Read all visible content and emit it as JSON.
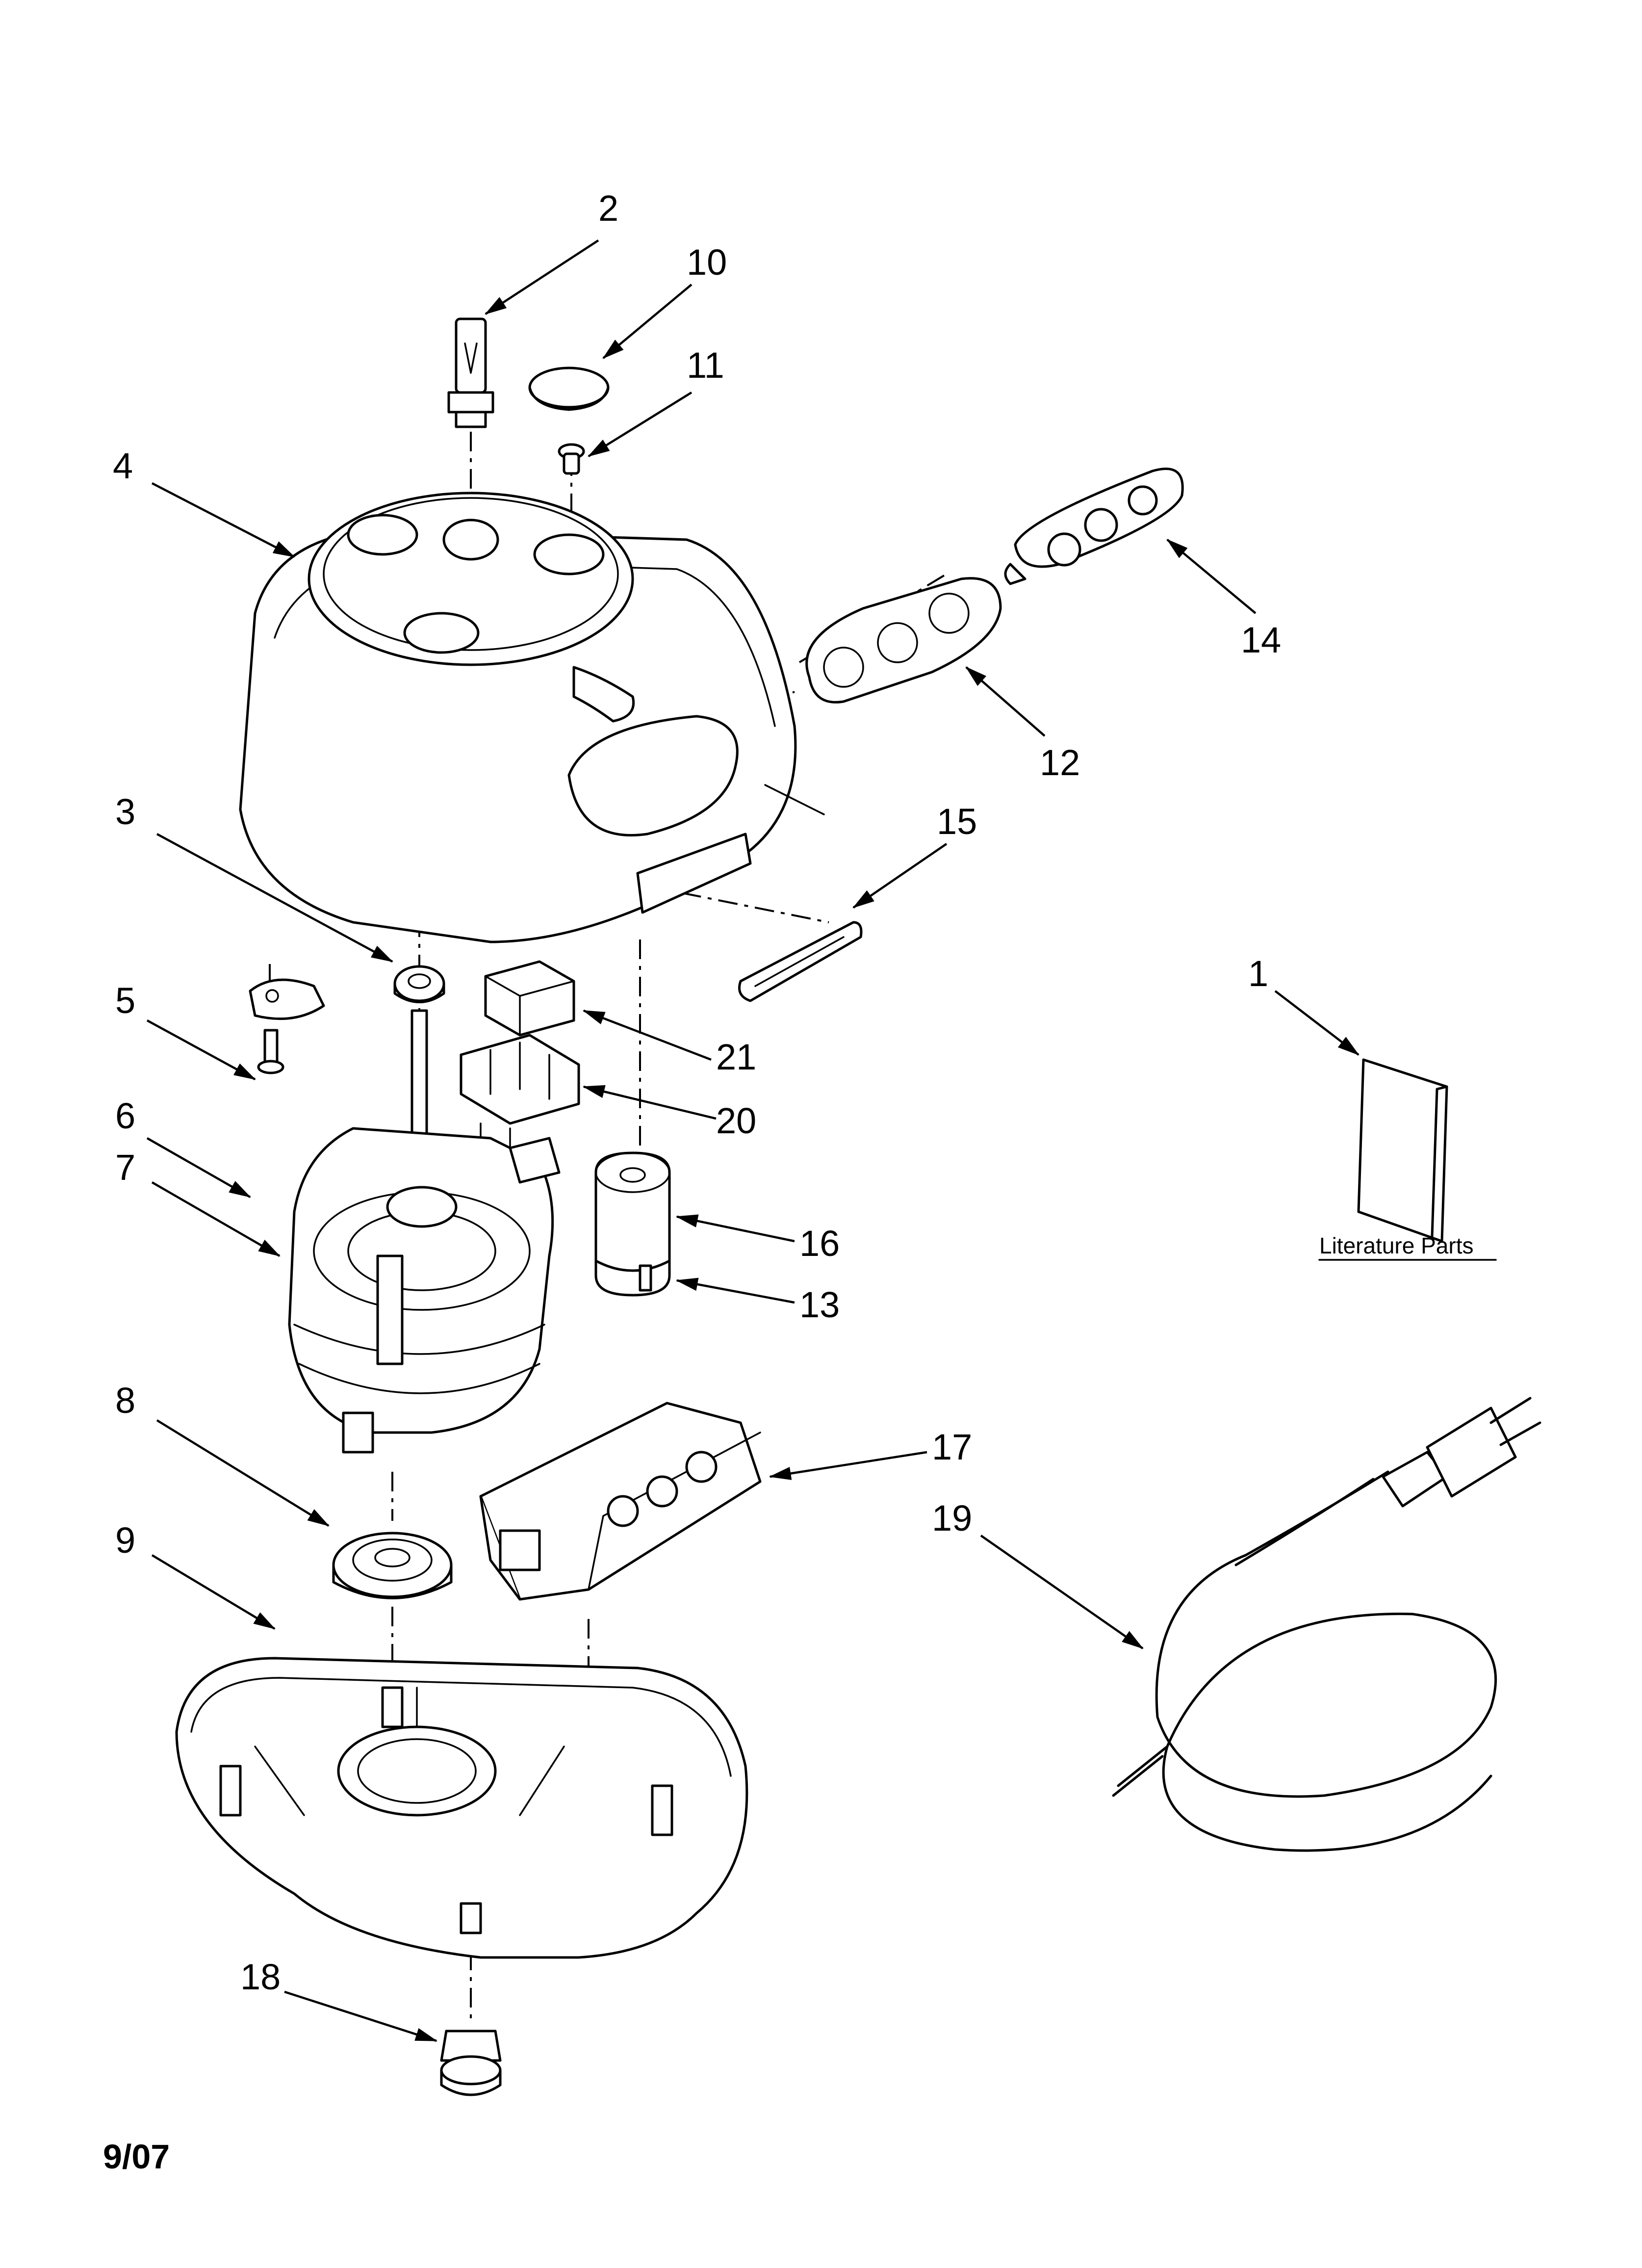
{
  "document": {
    "date_code": "9/07",
    "literature_label": "Literature Parts"
  },
  "callouts": [
    {
      "id": "2",
      "label": "2"
    },
    {
      "id": "10",
      "label": "10"
    },
    {
      "id": "11",
      "label": "11"
    },
    {
      "id": "4",
      "label": "4"
    },
    {
      "id": "14",
      "label": "14"
    },
    {
      "id": "12",
      "label": "12"
    },
    {
      "id": "3",
      "label": "3"
    },
    {
      "id": "15",
      "label": "15"
    },
    {
      "id": "1",
      "label": "1"
    },
    {
      "id": "21",
      "label": "21"
    },
    {
      "id": "5",
      "label": "5"
    },
    {
      "id": "20",
      "label": "20"
    },
    {
      "id": "6",
      "label": "6"
    },
    {
      "id": "7",
      "label": "7"
    },
    {
      "id": "16",
      "label": "16"
    },
    {
      "id": "13",
      "label": "13"
    },
    {
      "id": "8",
      "label": "8"
    },
    {
      "id": "17",
      "label": "17"
    },
    {
      "id": "19",
      "label": "19"
    },
    {
      "id": "9",
      "label": "9"
    },
    {
      "id": "18",
      "label": "18"
    }
  ]
}
